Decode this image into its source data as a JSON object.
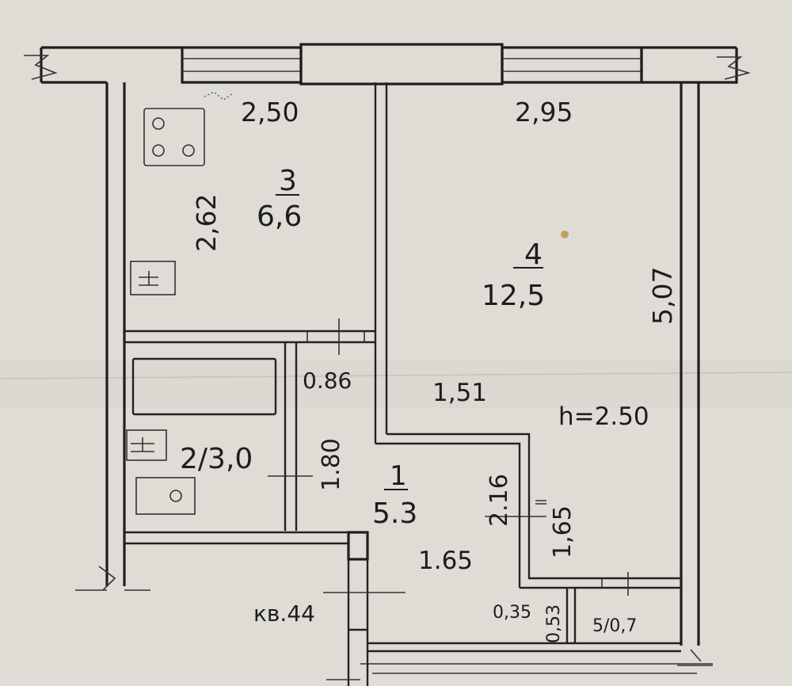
{
  "rooms": {
    "kitchen": {
      "number": "3",
      "area": "6,6"
    },
    "living": {
      "number": "4",
      "area": "12,5"
    },
    "bathroom": {
      "label": "2/3,0"
    },
    "hall": {
      "number": "1",
      "area": "5.3"
    },
    "closet": {
      "label": "5/0,7"
    }
  },
  "dimensions": {
    "kitchen_width": "2,50",
    "kitchen_depth": "2,62",
    "living_width": "2,95",
    "living_depth": "5,07",
    "bath_door": "0.86",
    "bath_depth": "1.80",
    "hall_top": "1,51",
    "hall_side": "2.16",
    "hall_width": "1.65",
    "living_lower": "1,65",
    "closet_w": "0,35",
    "closet_d": "0,53"
  },
  "ceiling_height": "h=2.50",
  "apartment": "кв.44"
}
